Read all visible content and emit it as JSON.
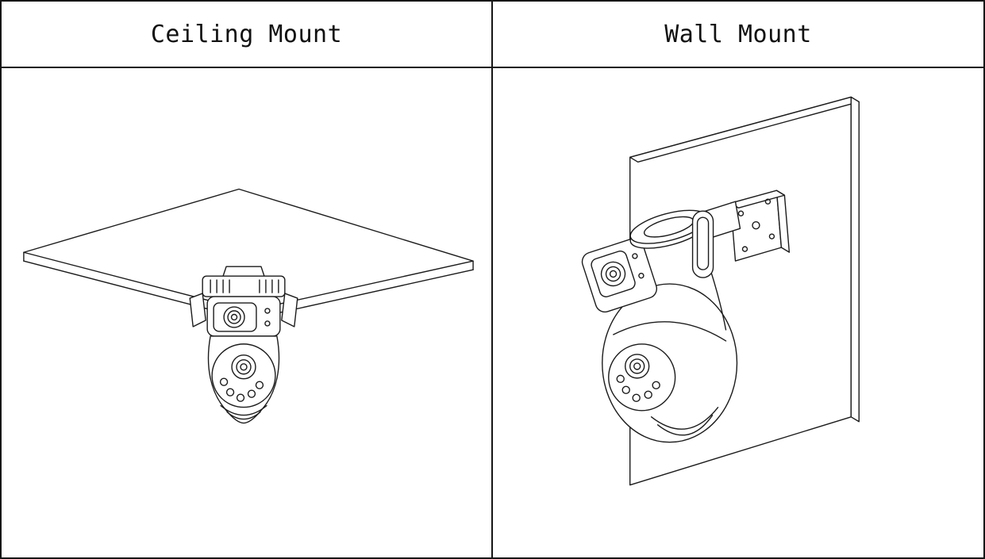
{
  "figure": {
    "background": "#ffffff",
    "line_color": "#1b1b1b",
    "border_color": "#161616"
  },
  "panels": [
    {
      "id": "ceiling-mount",
      "title": "Ceiling Mount"
    },
    {
      "id": "wall-mount",
      "title": "Wall Mount"
    }
  ]
}
